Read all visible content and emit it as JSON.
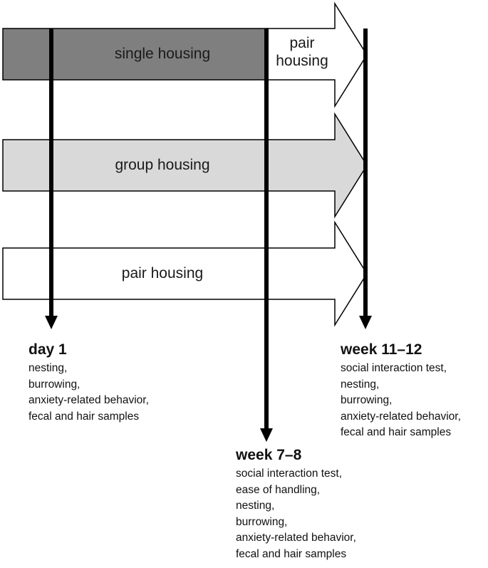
{
  "housing_arrows": [
    {
      "label": "single housing",
      "fill": "#7f7f7f"
    },
    {
      "label": "group housing",
      "fill": "#d9d9d9"
    },
    {
      "label": "pair housing",
      "fill": "#ffffff"
    }
  ],
  "transition_label": "pair\nhousing",
  "outline_color": "#000000",
  "timepoints": [
    {
      "title": "day 1",
      "items": [
        "nesting,",
        "burrowing,",
        "anxiety-related behavior,",
        "fecal and hair samples"
      ]
    },
    {
      "title": "week 7–8",
      "items": [
        "social interaction test,",
        "ease of handling,",
        "nesting,",
        "burrowing,",
        "anxiety-related behavior,",
        "fecal and hair samples"
      ]
    },
    {
      "title": "week 11–12",
      "items": [
        "social interaction test,",
        "nesting,",
        "burrowing,",
        "anxiety-related behavior,",
        "fecal and hair samples"
      ]
    }
  ]
}
